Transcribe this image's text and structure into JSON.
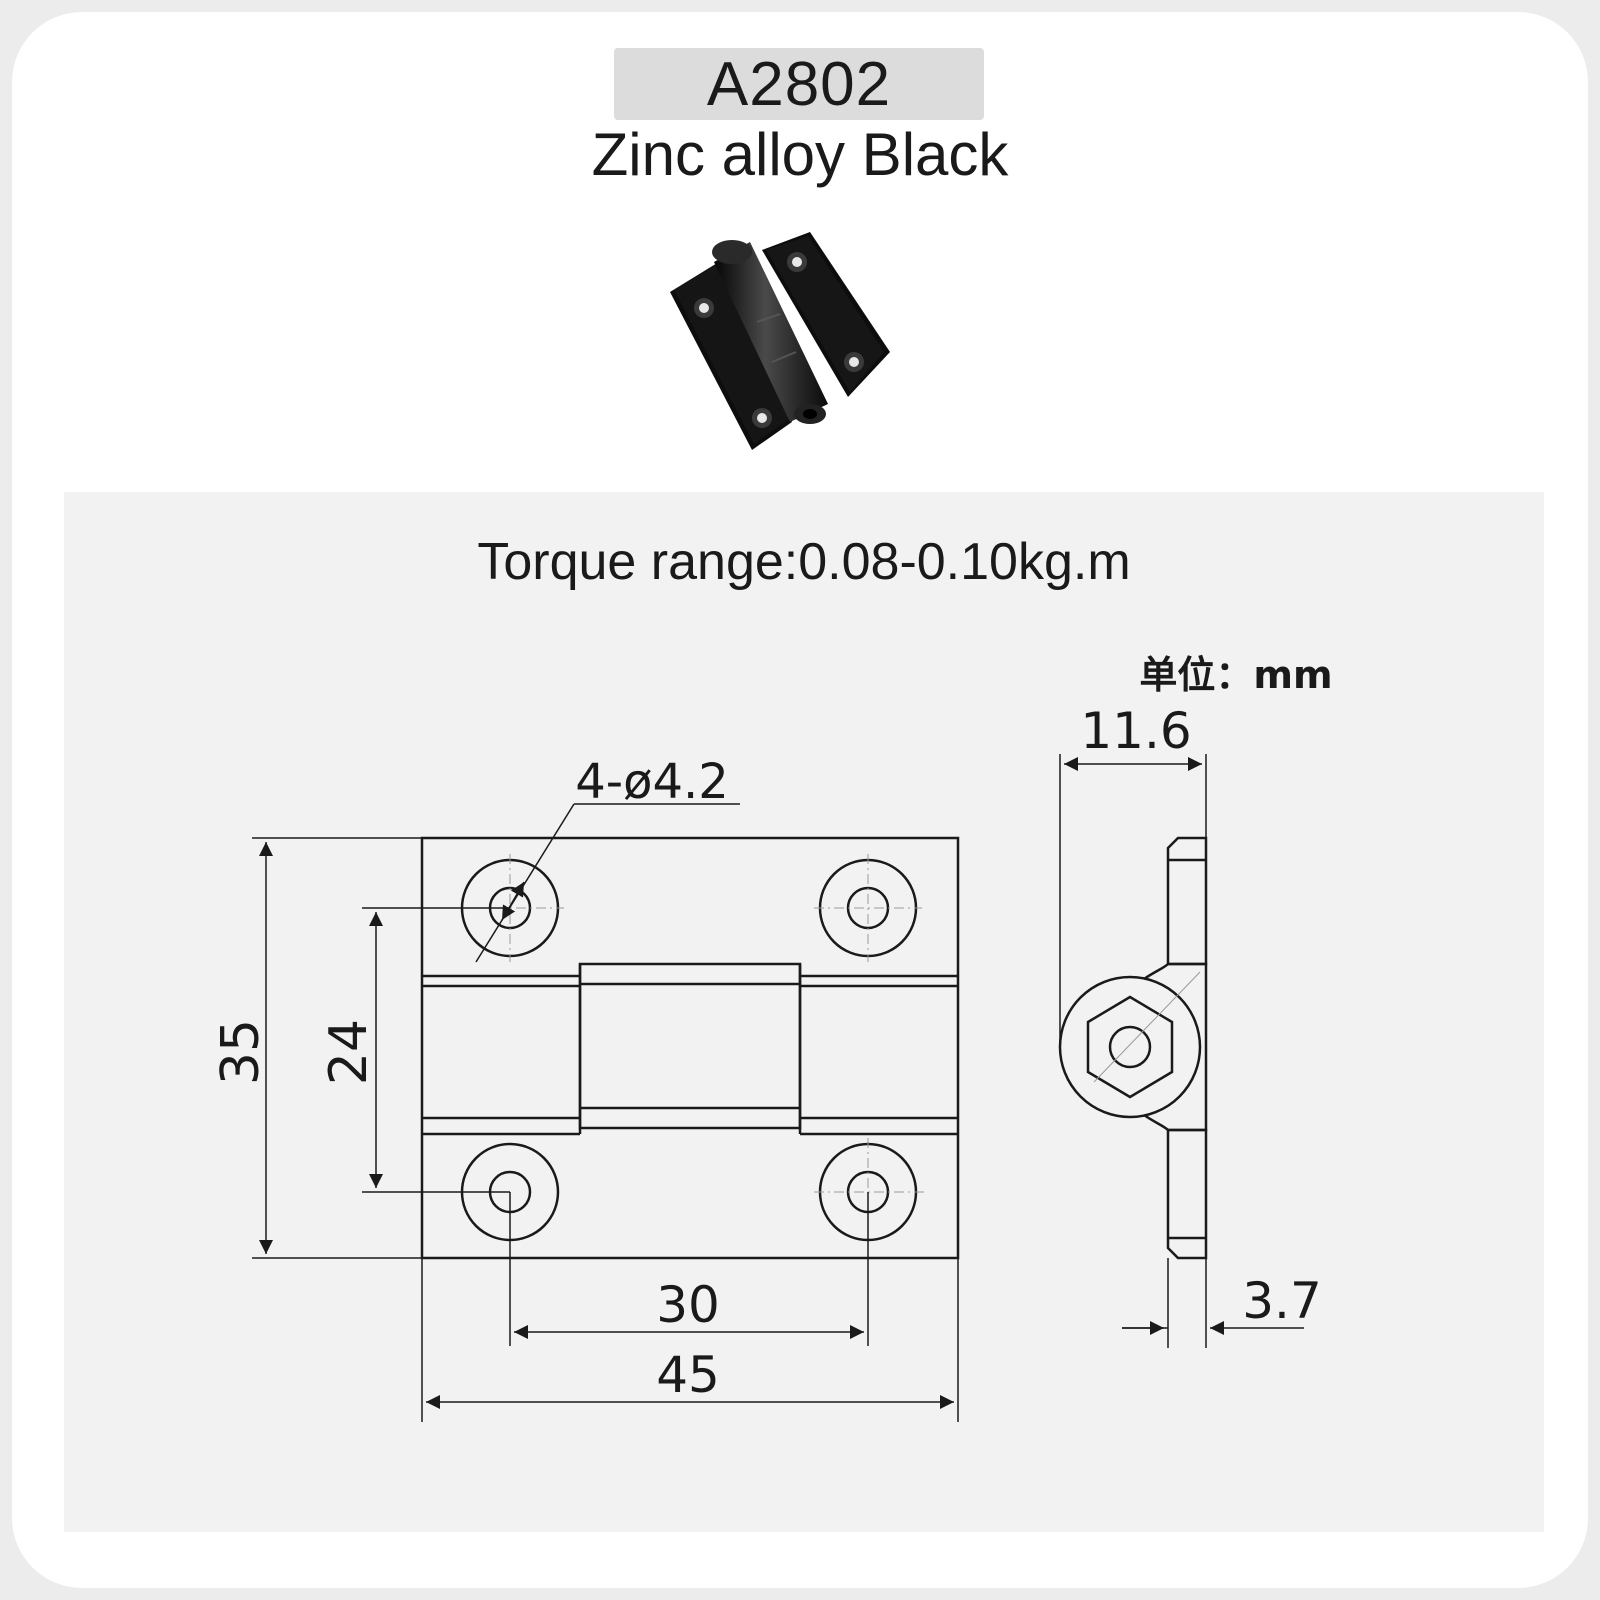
{
  "header": {
    "model": "A2802",
    "material": "Zinc alloy Black"
  },
  "drawing": {
    "torque": "Torque range:0.08-0.10kg.m",
    "unit": "单位：mm",
    "dimensions": {
      "hole_spec": "4-ø4.2",
      "height_total": "35",
      "height_holes": "24",
      "width_holes": "30",
      "width_total": "45",
      "side_depth": "11.6",
      "side_thickness": "3.7"
    }
  },
  "colors": {
    "background": "#ececec",
    "card": "#ffffff",
    "panel": "#f2f2f2",
    "badge": "#dcdcdc",
    "line": "#1a1a1a"
  },
  "icons": {
    "product": "hinge-photo"
  }
}
